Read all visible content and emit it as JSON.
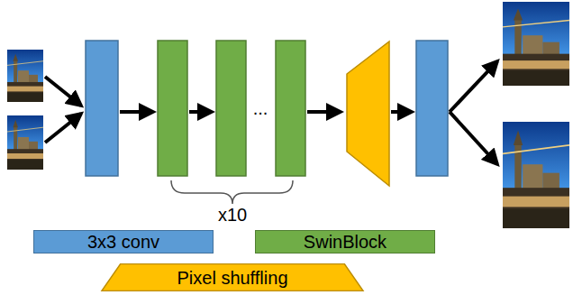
{
  "diagram": {
    "labels": [
      "...",
      "x10"
    ],
    "legend": [
      {
        "text": "3x3 conv",
        "color": "#5b9bd5"
      },
      {
        "text": "SwinBlock",
        "color": "#70ad47"
      },
      {
        "text": "Pixel shuffling",
        "color": "#ffc000"
      }
    ]
  }
}
